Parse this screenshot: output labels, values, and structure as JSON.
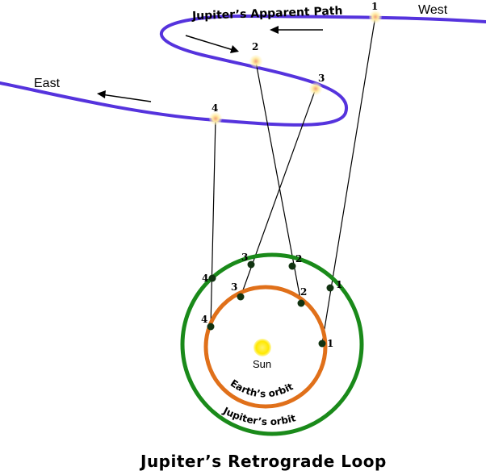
{
  "title": "Jupiter’s Retrograde Loop",
  "path_label": "Jupiter’s Apparent Path",
  "directions": {
    "west": "West",
    "east": "East"
  },
  "sun_label": "Sun",
  "orbits": {
    "earth": "Earth’s orbit",
    "jupiter": "Jupiter’s orbit"
  },
  "positions": {
    "sky": [
      "1",
      "2",
      "3",
      "4"
    ],
    "jupiter": [
      "1",
      "2",
      "3",
      "4"
    ],
    "earth": [
      "1",
      "2",
      "3",
      "4"
    ]
  },
  "colors": {
    "apparent_path": "#5533dd",
    "jupiter_orbit": "#1a8a1a",
    "earth_orbit": "#e0701a",
    "sun": "#ffe800",
    "marker": "#113311"
  }
}
